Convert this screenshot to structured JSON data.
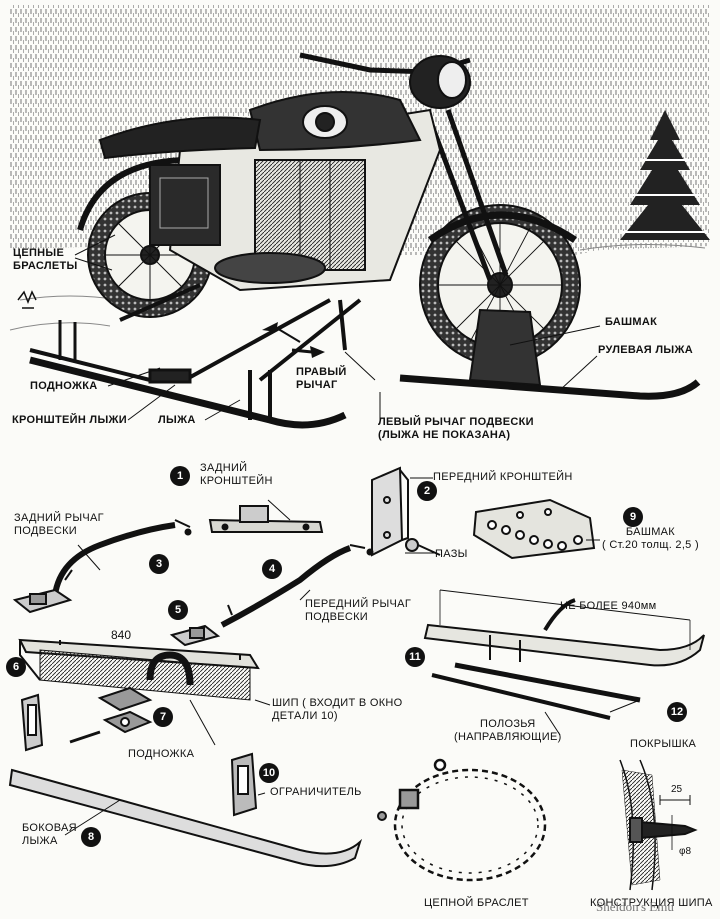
{
  "top_labels": {
    "chain_bracelets": "ЦЕПНЫЕ\nБРАСЛЕТЫ",
    "footrest": "ПОДНОЖКА",
    "ski_bracket": "КРОНШТЕЙН ЛЫЖИ",
    "ski": "ЛЫЖА",
    "right_lever": "ПРАВЫЙ\nРЫЧАГ",
    "left_lever": "ЛЕВЫЙ РЫЧАГ ПОДВЕСКИ\n(ЛЫЖА НЕ ПОКАЗАНА)",
    "shoe": "БАШМАК",
    "steering_ski": "РУЛЕВАЯ ЛЫЖА"
  },
  "part_labels": {
    "rear_bracket": "ЗАДНИЙ\nКРОНШТЕЙН",
    "front_bracket": "ПЕРЕДНИЙ КРОНШТЕЙН",
    "slots": "ПАЗЫ",
    "rear_lever": "ЗАДНИЙ РЫЧАГ\nПОДВЕСКИ",
    "front_lever": "ПЕРЕДНИЙ РЫЧАГ\nПОДВЕСКИ",
    "shoe_spec": "БАШМАК\n( Ст.20 толщ. 2,5 )",
    "max_length": "НЕ БОЛЕЕ 940мм",
    "spike": "ШИП ( ВХОДИТ В ОКНО\nДЕТАЛИ 10)",
    "footrest": "ПОДНОЖКА",
    "runners": "ПОЛОЗЬЯ\n(НАПРАВЛЯЮЩИЕ)",
    "limiter": "ОГРАНИЧИТЕЛЬ",
    "side_ski": "БОКОВАЯ\nЛЫЖА",
    "chain_bracelet": "ЦЕПНОЙ БРАСЛЕТ",
    "tire": "ПОКРЫШКА",
    "spike_construction": "КОНСТРУКЦИЯ ШИПА",
    "dimension_840": "840",
    "dimension_25": "25",
    "dimension_8": "φ8"
  },
  "part_numbers": [
    "1",
    "2",
    "3",
    "4",
    "5",
    "6",
    "7",
    "8",
    "9",
    "10",
    "11",
    "12"
  ],
  "watermark": "Sheldon's Emu",
  "colors": {
    "ink": "#111111",
    "paper": "#fbfbf8",
    "badge": "#111111",
    "snow_sky": "#e9e9e4"
  }
}
